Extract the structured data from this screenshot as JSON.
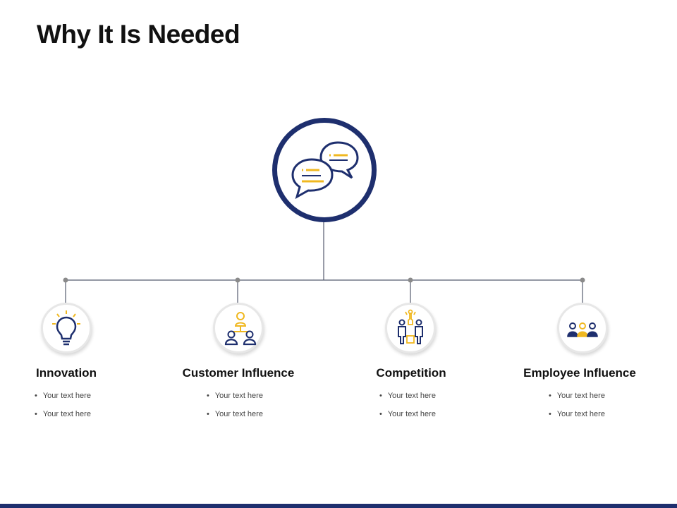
{
  "title": "Why It Is Needed",
  "colors": {
    "navy": "#1e2f6e",
    "gold": "#f0b820",
    "connector": "#555b6e"
  },
  "hub": {
    "icon": "speech-bubbles-icon"
  },
  "items": [
    {
      "title": "Innovation",
      "icon": "lightbulb-icon",
      "bullets": [
        "Your text here",
        "Your text here"
      ]
    },
    {
      "title": "Customer Influence",
      "icon": "customer-network-icon",
      "bullets": [
        "Your text here",
        "Your text here"
      ]
    },
    {
      "title": "Competition",
      "icon": "competition-trophy-icon",
      "bullets": [
        "Your text here",
        "Your text here"
      ]
    },
    {
      "title": "Employee Influence",
      "icon": "employee-group-icon",
      "bullets": [
        "Your text here",
        "Your text here"
      ]
    }
  ]
}
